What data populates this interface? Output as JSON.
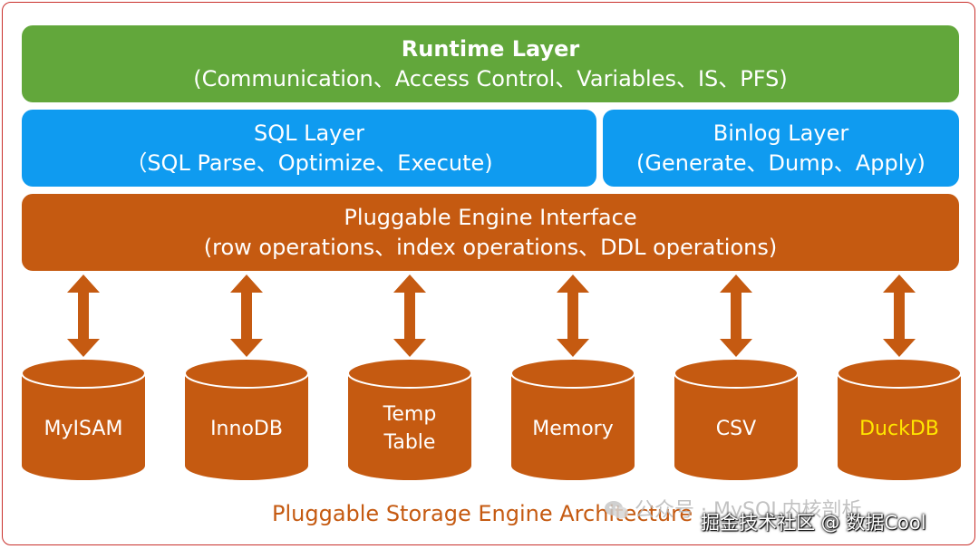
{
  "layers": {
    "runtime": {
      "title": "Runtime Layer",
      "subtitle": "(Communication、Access Control、Variables、IS、PFS)",
      "color": "#62a73b"
    },
    "sql": {
      "title": "SQL Layer",
      "subtitle": "（SQL Parse、Optimize、Execute)",
      "color": "#0f9bf0"
    },
    "binlog": {
      "title": "Binlog Layer",
      "subtitle": "(Generate、Dump、Apply)",
      "color": "#0f9bf0"
    },
    "engine_interface": {
      "title": "Pluggable Engine Interface",
      "subtitle": "(row operations、index operations、DDL operations)",
      "color": "#c55a11"
    }
  },
  "engines": [
    {
      "line1": "MyISAM",
      "line2": "",
      "color": "#ffffff"
    },
    {
      "line1": "InnoDB",
      "line2": "",
      "color": "#ffffff"
    },
    {
      "line1": "Temp",
      "line2": "Table",
      "color": "#ffffff"
    },
    {
      "line1": "Memory",
      "line2": "",
      "color": "#ffffff"
    },
    {
      "line1": "CSV",
      "line2": "",
      "color": "#ffffff"
    },
    {
      "line1": "DuckDB",
      "line2": "",
      "color": "#ffe600"
    }
  ],
  "caption": "Pluggable Storage Engine Architecture",
  "watermark": "公众号 · MySQL内核剖析",
  "credit": "掘金技术社区 @ 数据Cool",
  "colors": {
    "engine": "#c55a11",
    "frame": "#c9302c"
  }
}
